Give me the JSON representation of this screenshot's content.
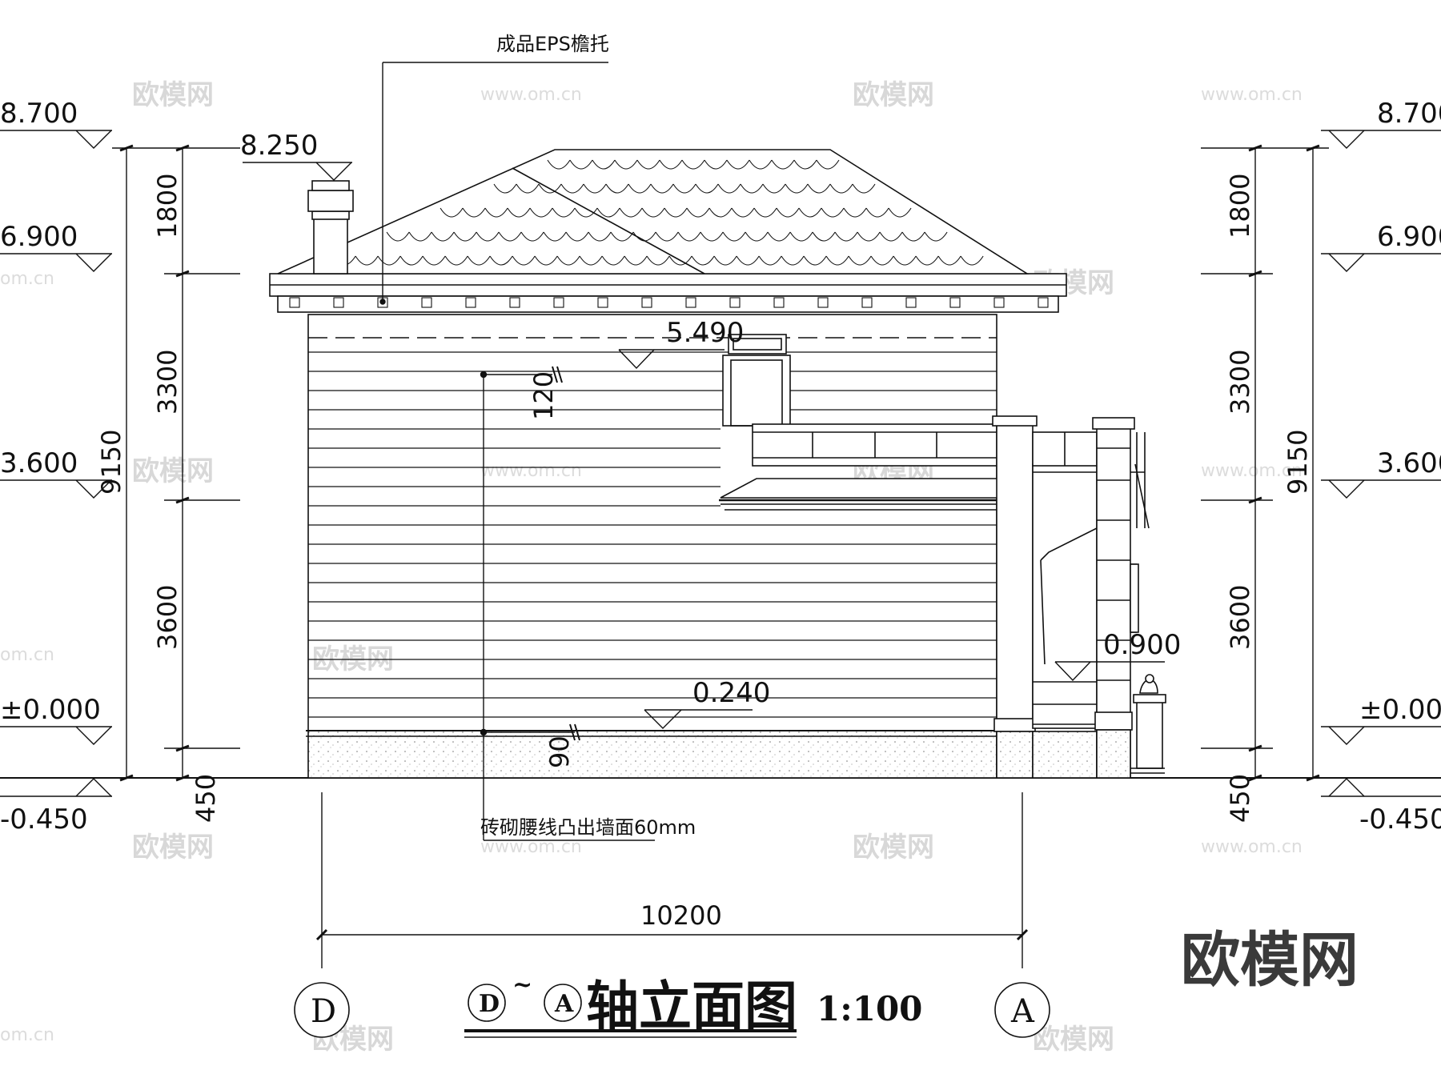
{
  "drawing": {
    "title_main": "轴立面图",
    "title_from_axis": "D",
    "title_to_axis": "A",
    "title_tilde": "~",
    "scale": "1:100",
    "brand_mark": "欧模网",
    "watermark_text": "欧模网",
    "watermark_url": "www.om.cn",
    "watermark_url_short": "om.cn"
  },
  "annotations": {
    "eaves_bracket": "成品EPS檐托",
    "brick_waistline": "砖砌腰线凸出墙面60mm"
  },
  "levels": {
    "roof_top": "8.700",
    "chimney_top": "8.250",
    "eaves": "6.900",
    "window_sill_upper": "5.490",
    "second_floor": "3.600",
    "porch": "0.900",
    "plinth": "0.240",
    "ground_floor": "±0.000",
    "outdoor": "-0.450"
  },
  "dimensions": {
    "roof_height": "1800",
    "second_storey": "3300",
    "first_storey": "3600",
    "total_height": "9150",
    "base": "450",
    "waistline_upper": "120",
    "waistline_lower": "90",
    "axis_span": "10200"
  },
  "axes": {
    "left": "D",
    "right": "A"
  }
}
